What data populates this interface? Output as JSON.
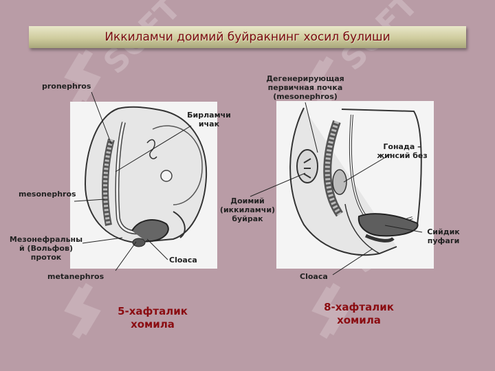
{
  "title": "Иккиламчи доимий буйракнинг хосил булиши",
  "left": {
    "pronephros": "pronephros",
    "primary_gut_line1": "Бирламчи",
    "primary_gut_line2": "ичак",
    "mesonephros": "mesonephros",
    "duct_line1": "Мезонефральны",
    "duct_line2": "й (Вольфов)",
    "duct_line3": "проток",
    "cloaca": "Cloaca",
    "metanephros": "metanephros",
    "caption_line1": "5-хафталик",
    "caption_line2": "хомила"
  },
  "right": {
    "degen_line1": "Дегенерирующая",
    "degen_line2": "первичная почка",
    "degen_line3": "(mesonephros)",
    "gonad_line1": "Гонада –",
    "gonad_line2": "жинсий без",
    "perm_line1": "Доимий",
    "perm_line2": "(иккиламчи)",
    "perm_line3": "буйрак",
    "bladder_line1": "Сийдик",
    "bladder_line2": "пуфаги",
    "cloaca": "Cloaca",
    "caption_line1": "8-хафталик",
    "caption_line2": "хомила"
  },
  "watermark_text": "SOFT",
  "colors": {
    "background": "#b99ca6",
    "title_text": "#7a0a10",
    "caption_text": "#8b0d12",
    "panel": "#f4f4f4"
  }
}
